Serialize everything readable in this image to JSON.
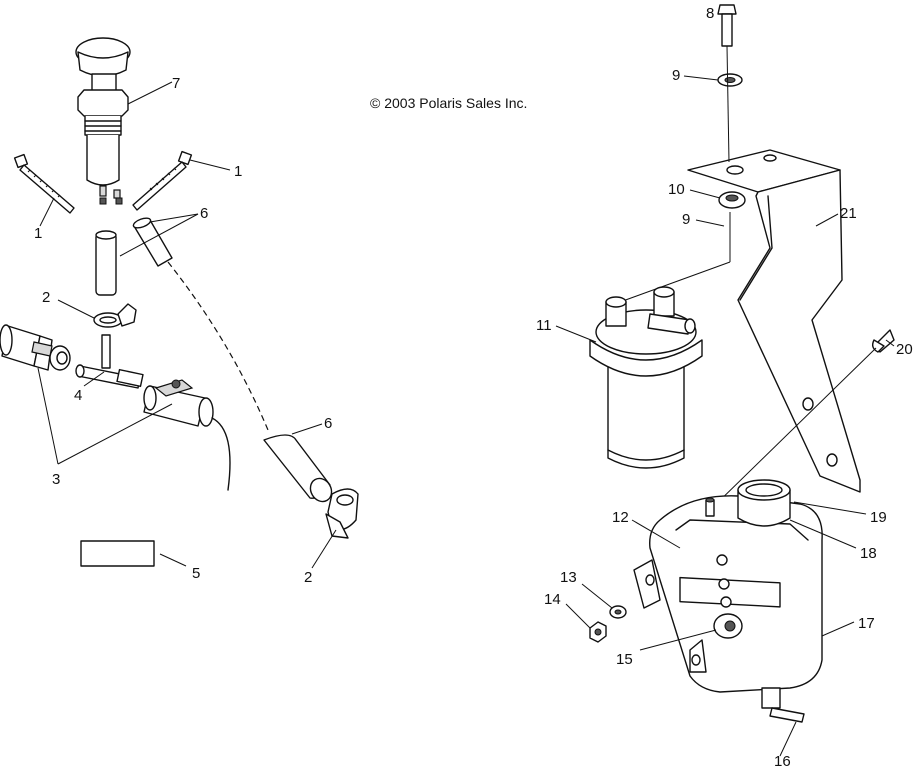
{
  "copyright": "© 2003 Polaris Sales Inc.",
  "callouts": {
    "c1a": "1",
    "c1b": "1",
    "c2a": "2",
    "c2b": "2",
    "c3": "3",
    "c4": "4",
    "c5": "5",
    "c6a": "6",
    "c6b": "6",
    "c7": "7",
    "c8": "8",
    "c9a": "9",
    "c9b": "9",
    "c10": "10",
    "c11": "11",
    "c12": "12",
    "c13": "13",
    "c14": "14",
    "c15": "15",
    "c16": "16",
    "c17": "17",
    "c18": "18",
    "c19": "19",
    "c20": "20",
    "c21": "21"
  }
}
